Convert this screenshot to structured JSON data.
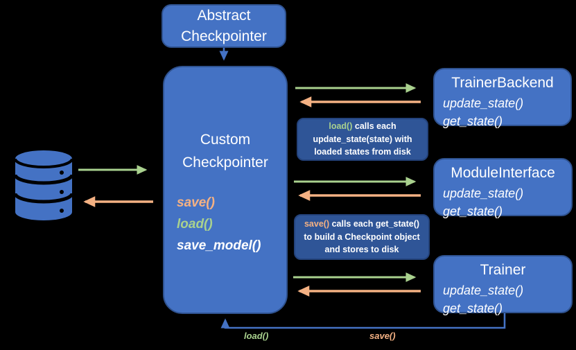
{
  "diagram_title": "Checkpointer architecture diagram",
  "colors": {
    "background": "#000000",
    "box_fill": "#4472C4",
    "box_border": "#2F528F",
    "note_fill": "#2F5597",
    "note_border": "#24437C",
    "green_arrow": "#A9D18E",
    "orange_arrow": "#F4B183",
    "blue_line": "#4472C4",
    "text": "#FFFFFF"
  },
  "abstract_box": {
    "title": "Abstract Checkpointer"
  },
  "custom_box": {
    "title_line1": "Custom",
    "title_line2": "Checkpointer",
    "methods": [
      {
        "label": "save()",
        "color": "#F4B183"
      },
      {
        "label": "load()",
        "color": "#A9D18E"
      },
      {
        "label": "save_model()",
        "color": "#FFFFFF"
      }
    ]
  },
  "right_boxes": {
    "trainer_backend": {
      "title": "TrainerBackend",
      "methods": [
        "update_state()",
        "get_state()"
      ]
    },
    "module_interface": {
      "title": "ModuleInterface",
      "methods": [
        "update_state()",
        "get_state()"
      ]
    },
    "trainer": {
      "title": "Trainer",
      "methods": [
        "update_state()",
        "get_state()"
      ]
    }
  },
  "notes": {
    "load_note": {
      "method": "load()",
      "line1_rest": " calls each",
      "line2": "update_state(state) with",
      "line3": "loaded states from disk"
    },
    "save_note": {
      "method": "save()",
      "line1_rest": " calls each get_state()",
      "line2": "to build a Checkpoint object",
      "line3": "and stores to disk"
    }
  },
  "bottom_labels": {
    "load": "load()",
    "save": "save()"
  },
  "icons": {
    "database": "database-cylinder-icon"
  }
}
